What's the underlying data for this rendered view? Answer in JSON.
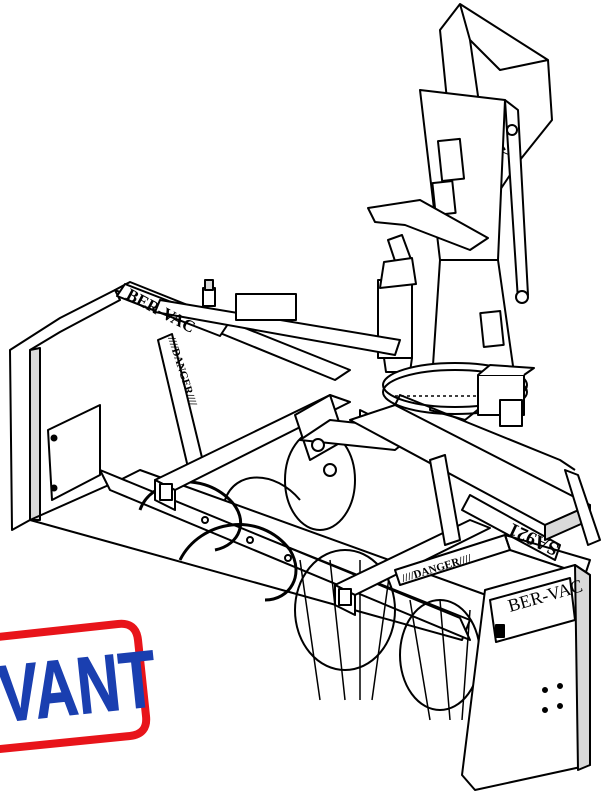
{
  "diagram": {
    "labels": {
      "brand_frame_left": "BER-VAC",
      "danger_left": "////DANGER////",
      "model": "SA921",
      "danger_right": "////DANGER////",
      "brand_side_right": "BER-VAC",
      "stamp": "VANT"
    },
    "colors": {
      "line": "#000000",
      "fill": "#ffffff",
      "shade": "#d9d9d9",
      "stamp_border": "#e8141a",
      "stamp_text": "#1a3fb0"
    }
  }
}
